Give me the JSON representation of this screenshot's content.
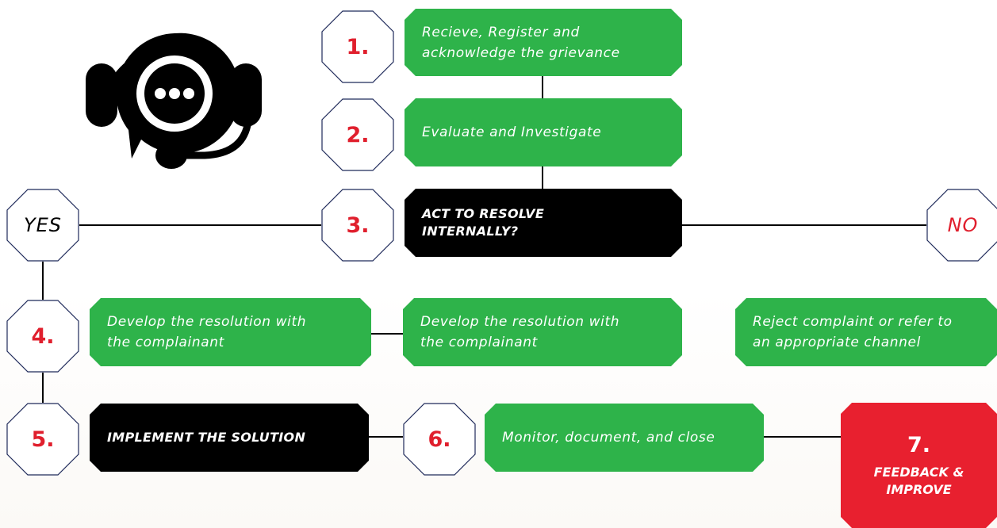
{
  "colors": {
    "green": "#2eb34a",
    "black": "#000000",
    "red": "#e8202f",
    "number": "#e01f2d",
    "no_label": "#e01f2d"
  },
  "icon": "customer-support-headset-chat-icon",
  "steps": {
    "s1": {
      "num": "1.",
      "text": "Recieve, Register and\nacknowledge the grievance"
    },
    "s2": {
      "num": "2.",
      "text": "Evaluate and Investigate"
    },
    "s3": {
      "num": "3.",
      "text": "ACT TO RESOLVE\nINTERNALLY?"
    },
    "s4": {
      "num": "4.",
      "text_a": "Develop the resolution with\nthe complainant",
      "text_b": "Develop the resolution with\nthe complainant"
    },
    "reject": {
      "text": "Reject complaint or refer to\nan appropriate channel"
    },
    "s5": {
      "num": "5.",
      "text": "IMPLEMENT THE SOLUTION"
    },
    "s6": {
      "num": "6.",
      "text": "Monitor, document, and close"
    },
    "s7": {
      "num": "7.",
      "text": "FEEDBACK &\nIMPROVE"
    }
  },
  "branches": {
    "yes": "YES",
    "no": "NO"
  }
}
